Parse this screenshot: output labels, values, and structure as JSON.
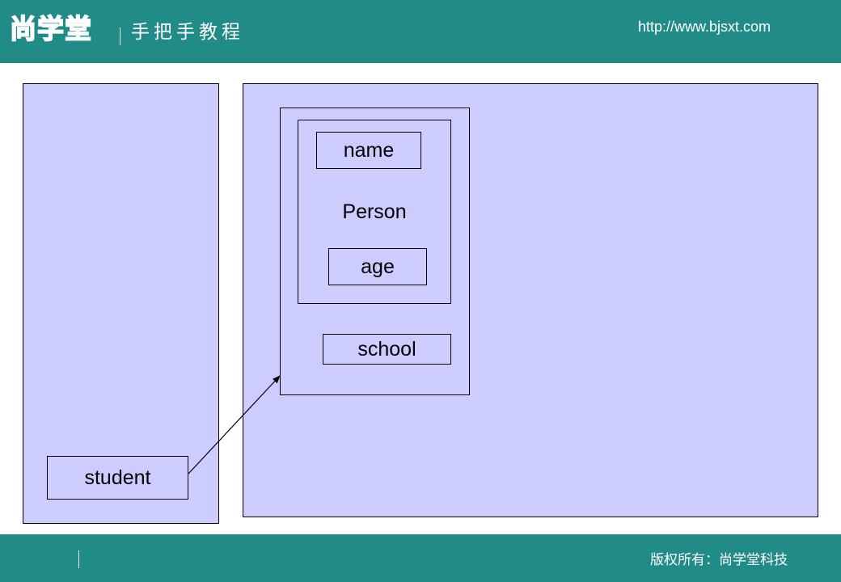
{
  "header": {
    "logo_text": "尚学堂",
    "tagline": "手把手教程",
    "url": "http://www.bjsxt.com"
  },
  "footer": {
    "copyright": "版权所有：尚学堂科技"
  },
  "diagram": {
    "stack_variable": "student",
    "heap_object": {
      "parent": {
        "class_label": "Person",
        "fields": [
          "name",
          "age"
        ]
      },
      "own_fields": [
        "school"
      ]
    }
  },
  "colors": {
    "brand_teal": "#218b87",
    "memory_fill": "#ccccff",
    "line": "#000000"
  }
}
